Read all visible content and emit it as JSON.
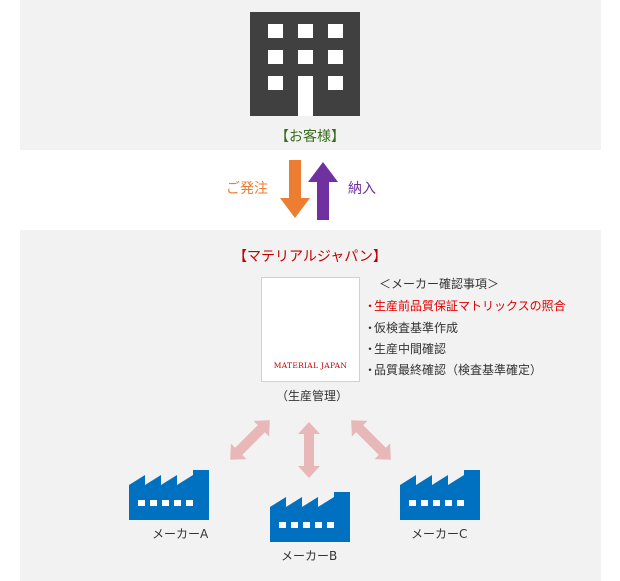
{
  "customer": {
    "label": "【お客様】"
  },
  "flow": {
    "order_label": "ご発注",
    "delivery_label": "納入"
  },
  "company": {
    "label": "【マテリアルジャパン】",
    "logo_text": "MATERIAL JAPAN",
    "role_label": "（生産管理）"
  },
  "checklist": {
    "title": "＜メーカー確認事項＞",
    "bullet": "・",
    "items": [
      {
        "text": "生産前品質保証マトリックスの照合",
        "highlight": true
      },
      {
        "text": "仮検査基準作成",
        "highlight": false
      },
      {
        "text": "生産中間確認",
        "highlight": false
      },
      {
        "text": "品質最終確認（検査基準確定）",
        "highlight": false
      }
    ]
  },
  "makers": [
    {
      "label": "メーカーA"
    },
    {
      "label": "メーカーB"
    },
    {
      "label": "メーカーC"
    }
  ],
  "colors": {
    "panel_bg": "#f2f2f2",
    "building": "#404040",
    "factory": "#0070c0",
    "order_arrow": "#ed7d31",
    "delivery_arrow": "#7030a0",
    "link_arrow": "#e8b7b7",
    "brand_red": "#c00000",
    "highlight_text": "#e00000",
    "customer_text": "#3a6b1e"
  },
  "icons": {
    "customer": "office-building-icon",
    "company": "material-japan-logo",
    "maker": "factory-icon"
  }
}
